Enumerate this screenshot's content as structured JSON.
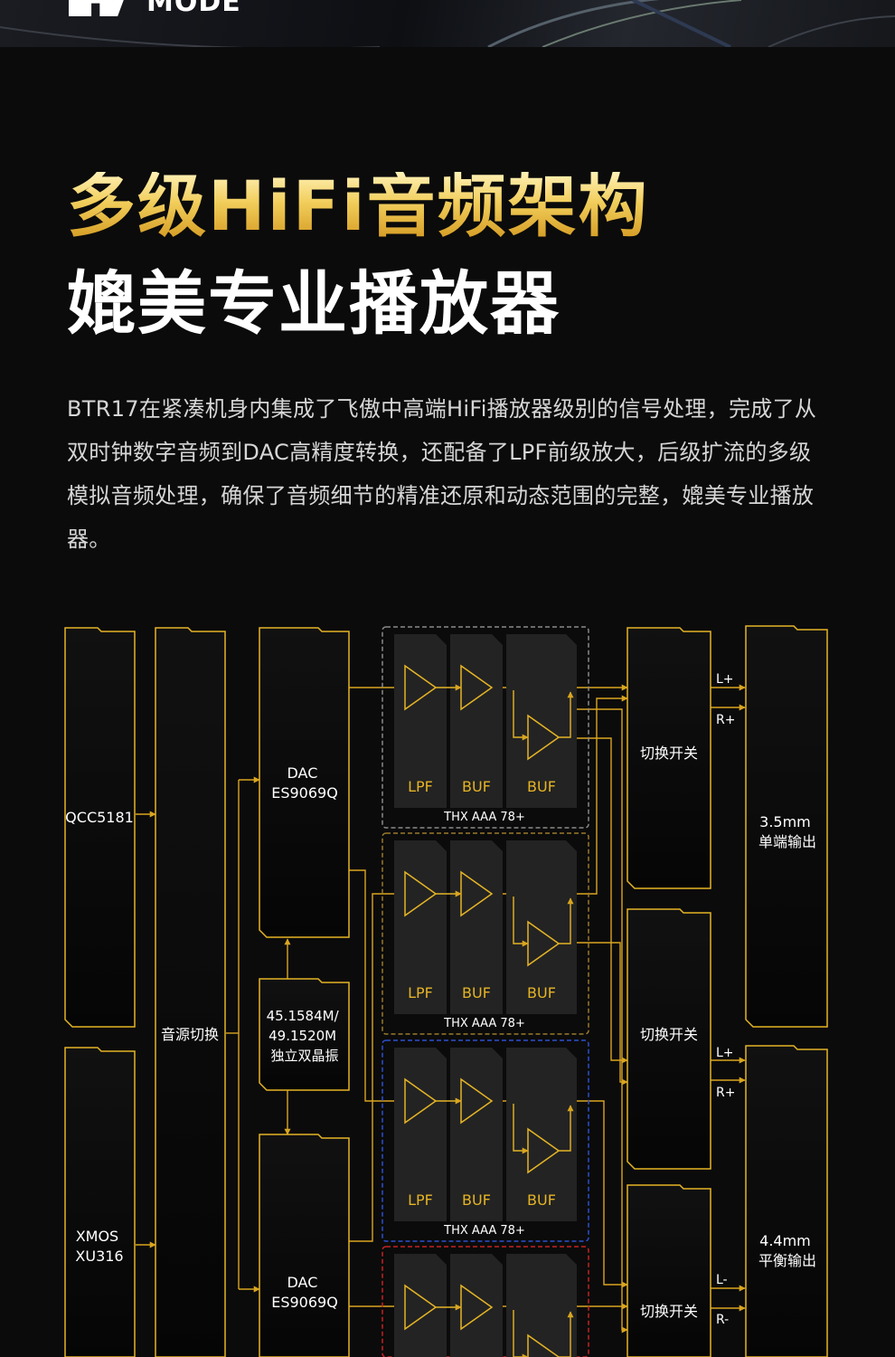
{
  "banner": {
    "brand_text": "MODE"
  },
  "heading": {
    "line1": "多级HiFi音频架构",
    "line2": "媲美专业播放器"
  },
  "intro": "BTR17在紧凑机身内集成了飞傲中高端HiFi播放器级别的信号处理，完成了从双时钟数字音频到DAC高精度转换，还配备了LPF前级放大，后级扩流的多级模拟音频处理，确保了音频细节的精准还原和动态范围的完整，媲美专业播放器。",
  "diagram": {
    "colors": {
      "gold": "#e5b425",
      "line": "#d9a520",
      "box_fill": "#070707",
      "label": "#ffffff",
      "stage_label": "#e5b425",
      "thx": "#ffffff"
    },
    "sources": {
      "qcc": "QCC5181",
      "xmos": "XMOS XU316"
    },
    "source_switch": "音源切换",
    "dac_top": "DAC ES9069Q",
    "dac_bottom": "DAC ES9069Q",
    "oscillator": "45.1584M/ 49.1520M 独立双晶振",
    "amp_modules": [
      {
        "border": "#8a8a8a",
        "stages": [
          "LPF",
          "BUF",
          "BUF"
        ],
        "caption": "THX AAA 78+"
      },
      {
        "border": "#9a7b2a",
        "stages": [
          "LPF",
          "BUF",
          "BUF"
        ],
        "caption": "THX AAA 78+"
      },
      {
        "border": "#2c4fd0",
        "stages": [
          "LPF",
          "BUF",
          "BUF"
        ],
        "caption": "THX AAA 78+"
      },
      {
        "border": "#c42323",
        "stages": [
          "",
          "",
          ""
        ],
        "caption": ""
      }
    ],
    "switches": [
      "切换开关",
      "切换开关",
      "切换开关"
    ],
    "outputs": {
      "se": "3.5mm 单端输出",
      "bal": "4.4mm 平衡输出"
    },
    "channel_labels": {
      "se_l": "L+",
      "se_r": "R+",
      "bal_lp": "L+",
      "bal_rp": "R+",
      "bal_ln": "L-",
      "bal_rn": "R-"
    }
  }
}
